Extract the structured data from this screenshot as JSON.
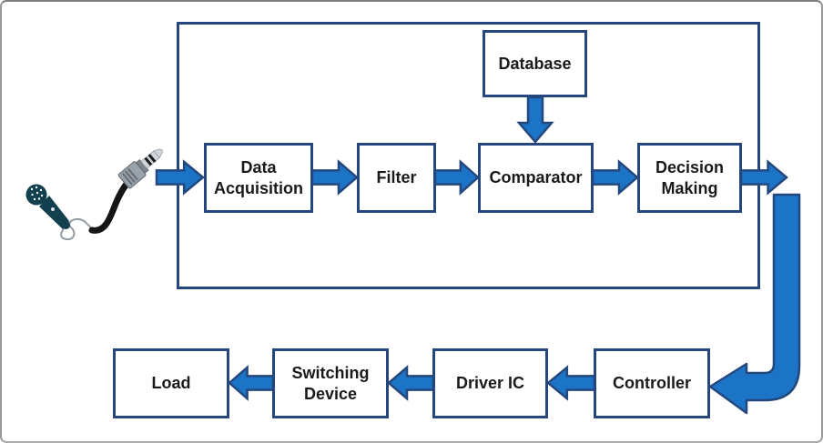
{
  "colors": {
    "node-border": "#25477D",
    "arrow-fill": "#1B74C5",
    "arrow-stroke": "#24477E",
    "frame-border": "#9B9B9B",
    "text": "#1A1A1A",
    "mic-body": "#12404E"
  },
  "diagram": {
    "nodes": {
      "database": {
        "label": "Database"
      },
      "data_acquisition": {
        "label": "Data\nAcquisition"
      },
      "filter": {
        "label": "Filter"
      },
      "comparator": {
        "label": "Comparator"
      },
      "decision_making": {
        "label": "Decision\nMaking"
      },
      "controller": {
        "label": "Controller"
      },
      "driver_ic": {
        "label": "Driver IC"
      },
      "switching_device": {
        "label": "Switching\nDevice"
      },
      "load": {
        "label": "Load"
      }
    },
    "input": {
      "icon": "microphone-with-audio-jack"
    },
    "connections": [
      {
        "from": "microphone",
        "to": "data_acquisition",
        "direction": "right"
      },
      {
        "from": "data_acquisition",
        "to": "filter",
        "direction": "right"
      },
      {
        "from": "filter",
        "to": "comparator",
        "direction": "right"
      },
      {
        "from": "database",
        "to": "comparator",
        "direction": "down"
      },
      {
        "from": "comparator",
        "to": "decision_making",
        "direction": "right"
      },
      {
        "from": "decision_making",
        "to": "controller",
        "direction": "right-down-left-elbow"
      },
      {
        "from": "controller",
        "to": "driver_ic",
        "direction": "left"
      },
      {
        "from": "driver_ic",
        "to": "switching_device",
        "direction": "left"
      },
      {
        "from": "switching_device",
        "to": "load",
        "direction": "left"
      }
    ]
  }
}
